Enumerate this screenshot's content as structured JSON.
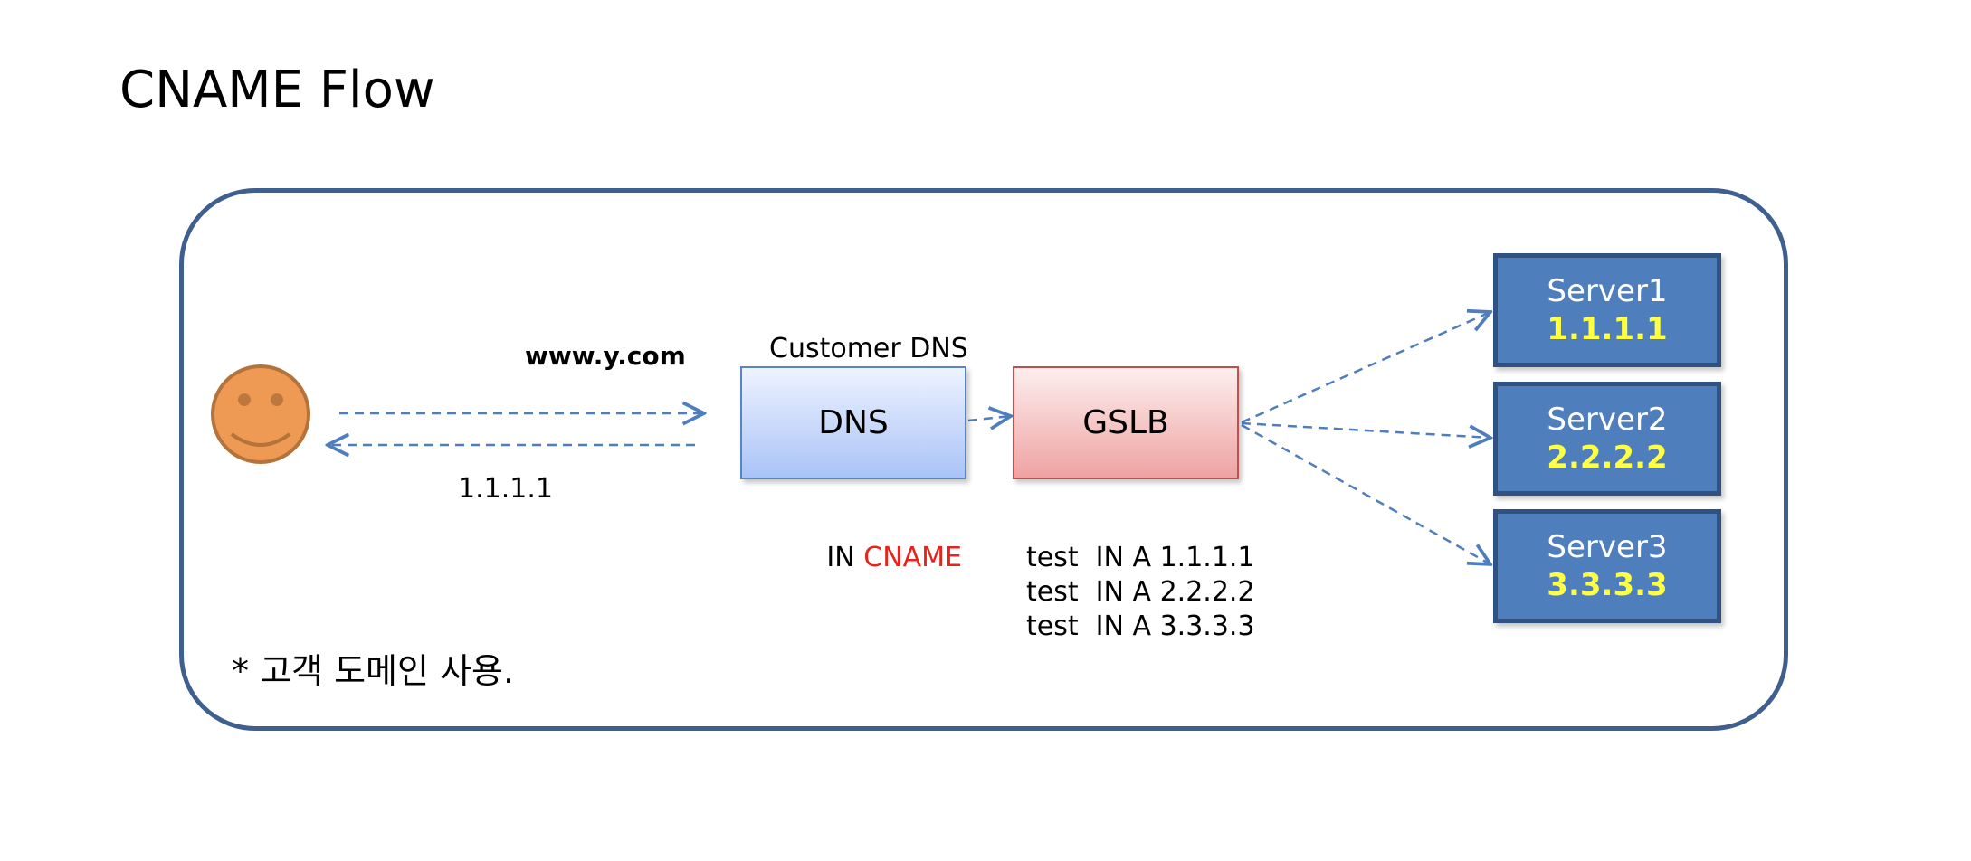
{
  "title": "CNAME Flow",
  "client": {
    "query_domain": "www.y.com",
    "answer": "1.1.1.1"
  },
  "customer_dns": {
    "caption": "Customer DNS",
    "label": "DNS",
    "record_class": "IN",
    "record_type": "CNAME"
  },
  "gslb": {
    "label": "GSLB"
  },
  "a_records": [
    {
      "name": "test",
      "cls": "IN",
      "type": "A",
      "value": "1.1.1.1",
      "text": "test  IN A 1.1.1.1"
    },
    {
      "name": "test",
      "cls": "IN",
      "type": "A",
      "value": "2.2.2.2",
      "text": "test  IN A 2.2.2.2"
    },
    {
      "name": "test",
      "cls": "IN",
      "type": "A",
      "value": "3.3.3.3",
      "text": "test  IN A 3.3.3.3"
    }
  ],
  "servers": [
    {
      "name": "Server1",
      "ip": "1.1.1.1"
    },
    {
      "name": "Server2",
      "ip": "2.2.2.2"
    },
    {
      "name": "Server3",
      "ip": "3.3.3.3"
    }
  ],
  "note": "* 고객 도메인 사용.",
  "colors": {
    "frame": "#3f5f8f",
    "arrow": "#4f7ebd",
    "dns_fill": "#a9c3f7",
    "gslb_fill": "#eea3a2",
    "server_fill": "#4f7ebd",
    "server_ip": "#ffff44",
    "cname": "#e8231b",
    "smiley": "#ee9a55"
  },
  "icons": {
    "user": "smiley-face-icon"
  }
}
